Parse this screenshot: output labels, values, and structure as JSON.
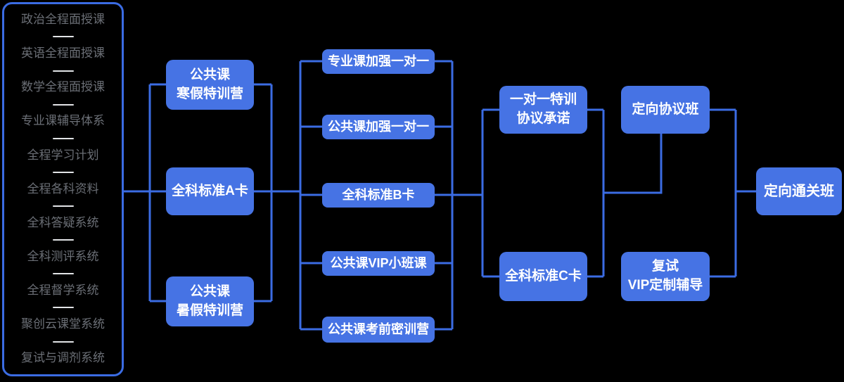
{
  "colors": {
    "background": "#000000",
    "node_fill": "#4673e4",
    "node_text": "#ffffff",
    "line": "#3b6ce3",
    "panel_border": "#3b6ce3",
    "panel_text": "#6b6f76",
    "divider": "#e2e4e7"
  },
  "left_panel": {
    "items": [
      "政治全程面授课",
      "英语全程面授课",
      "数学全程面授课",
      "专业课辅导体系",
      "全程学习计划",
      "全程各科资料",
      "全科答疑系统",
      "全科测评系统",
      "全程督学系统",
      "聚创云课堂系统",
      "复试与调剂系统"
    ]
  },
  "nodes": {
    "winter_camp": {
      "line1": "公共课",
      "line2": "寒假特训营"
    },
    "standard_a": {
      "label": "全科标准A卡"
    },
    "summer_camp": {
      "line1": "公共课",
      "line2": "暑假特训营"
    },
    "major_1on1": {
      "label": "专业课加强一对一"
    },
    "public_1on1": {
      "label": "公共课加强一对一"
    },
    "standard_b": {
      "label": "全科标准B卡"
    },
    "vip_small_class": {
      "label": "公共课VIP小班课"
    },
    "pre_exam_camp": {
      "label": "公共课考前密训营"
    },
    "one_on_one_agreement": {
      "line1": "一对一特训",
      "line2": "协议承诺"
    },
    "standard_c": {
      "label": "全科标准C卡"
    },
    "directed_agreement": {
      "label": "定向协议班"
    },
    "retest_vip": {
      "line1": "复试",
      "line2": "VIP定制辅导"
    },
    "directed_pass": {
      "label": "定向通关班"
    }
  }
}
